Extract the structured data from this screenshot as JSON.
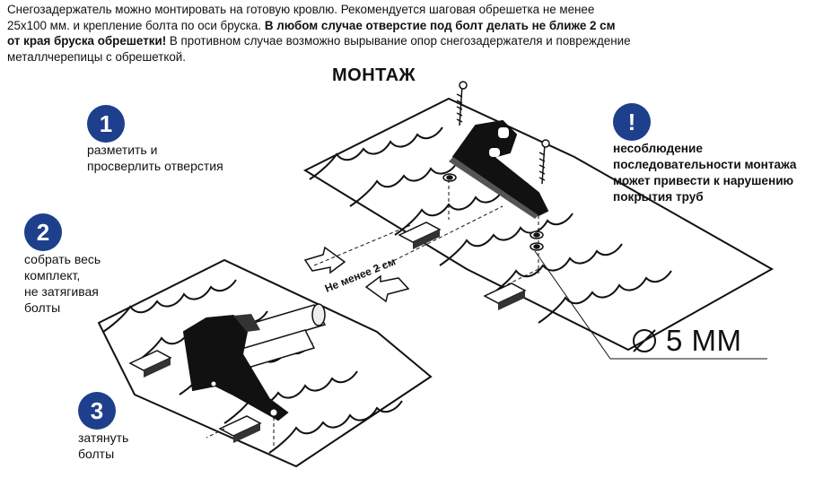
{
  "intro": {
    "line1": "Снегозадержатель можно монтировать на   готовую кровлю. Рекомендуется шаговая обрешетка не менее",
    "line2_normal": "25х100 мм. и крепление болта по оси  бруска. ",
    "line2_bold": "В любом случае  отверстие под болт делать не ближе 2 см",
    "line3_bold": "от края бруска обрешетки!",
    "line3_normal": " В противном случае возможно вырывание опор снегозадержателя и повреждение",
    "line4": "металлчерепицы с обрешеткой."
  },
  "heading": "МОНТАЖ",
  "steps": [
    {
      "number": "1",
      "lines": [
        "разметить и",
        "просверлить отверстия"
      ]
    },
    {
      "number": "2",
      "lines": [
        "собрать весь",
        "комплект,",
        "не затягивая",
        "болты"
      ]
    },
    {
      "number": "3",
      "lines": [
        "затянуть",
        "болты"
      ]
    }
  ],
  "warning": {
    "symbol": "!",
    "lines": [
      "несоблюдение",
      "последовательности монтажа",
      "может привести к нарушению",
      "покрытия труб"
    ]
  },
  "dimension": {
    "symbol": "∅",
    "value": "5 ММ"
  },
  "annotation": "Не менее 2 см",
  "colors": {
    "badge": "#1e3f8c",
    "text": "#111111",
    "bracket": "#111111",
    "roof_fill": "#ffffff"
  }
}
